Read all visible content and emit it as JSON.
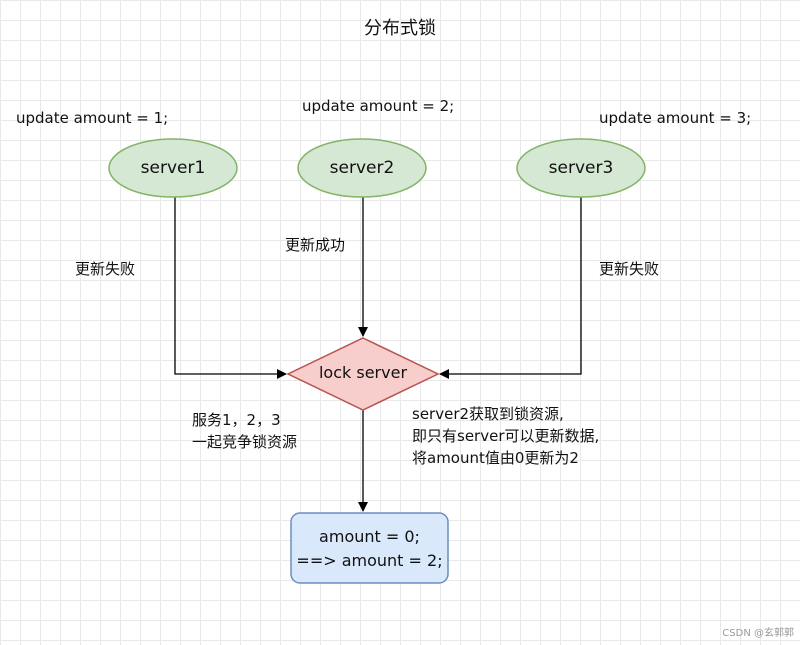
{
  "title": "分布式锁",
  "servers": [
    {
      "name": "server1",
      "update": "update amount = 1;",
      "result": "更新失败"
    },
    {
      "name": "server2",
      "update": "update amount = 2;",
      "result": "更新成功"
    },
    {
      "name": "server3",
      "update": "update amount = 3;",
      "result": "更新失败"
    }
  ],
  "lock_server": {
    "label": "lock server"
  },
  "notes": {
    "compete": [
      "服务1，2，3",
      "一起竞争锁资源"
    ],
    "explain": [
      "server2获取到锁资源,",
      "即只有server可以更新数据,",
      "将amount值由0更新为2"
    ]
  },
  "store": {
    "line1": "amount = 0;",
    "line2": "==> amount = 2;"
  },
  "colors": {
    "server_fill": "#d5e8d4",
    "server_stroke": "#82b366",
    "lock_fill": "#f8cecc",
    "lock_stroke": "#b85450",
    "store_fill": "#dae8fc",
    "store_stroke": "#6c8ebf"
  },
  "watermark": "CSDN @玄郭郭"
}
